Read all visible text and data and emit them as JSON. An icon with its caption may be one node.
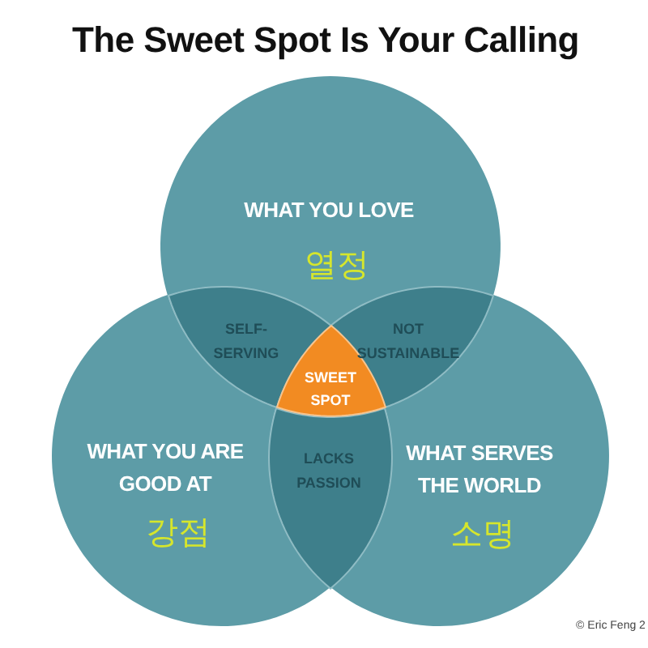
{
  "diagram": {
    "title": "The Sweet Spot Is Your Calling",
    "nodes": [
      {
        "text": [
          "WHAT YOU LOVE",
          "열정"
        ]
      },
      {
        "text": [
          "SELF-SERVING"
        ]
      },
      {
        "text": [
          "NOT SUSTAINABLE"
        ]
      },
      {
        "text": [
          "SWEET SPOT"
        ]
      },
      {
        "text": [
          "WHAT YOU ARE GOOD AT",
          "강점"
        ]
      },
      {
        "text": [
          "LACKS PASSION"
        ]
      },
      {
        "text": [
          "WHAT SERVES THE WORLD",
          "소명"
        ]
      }
    ],
    "labels": [
      "© Eric Feng 2"
    ]
  }
}
